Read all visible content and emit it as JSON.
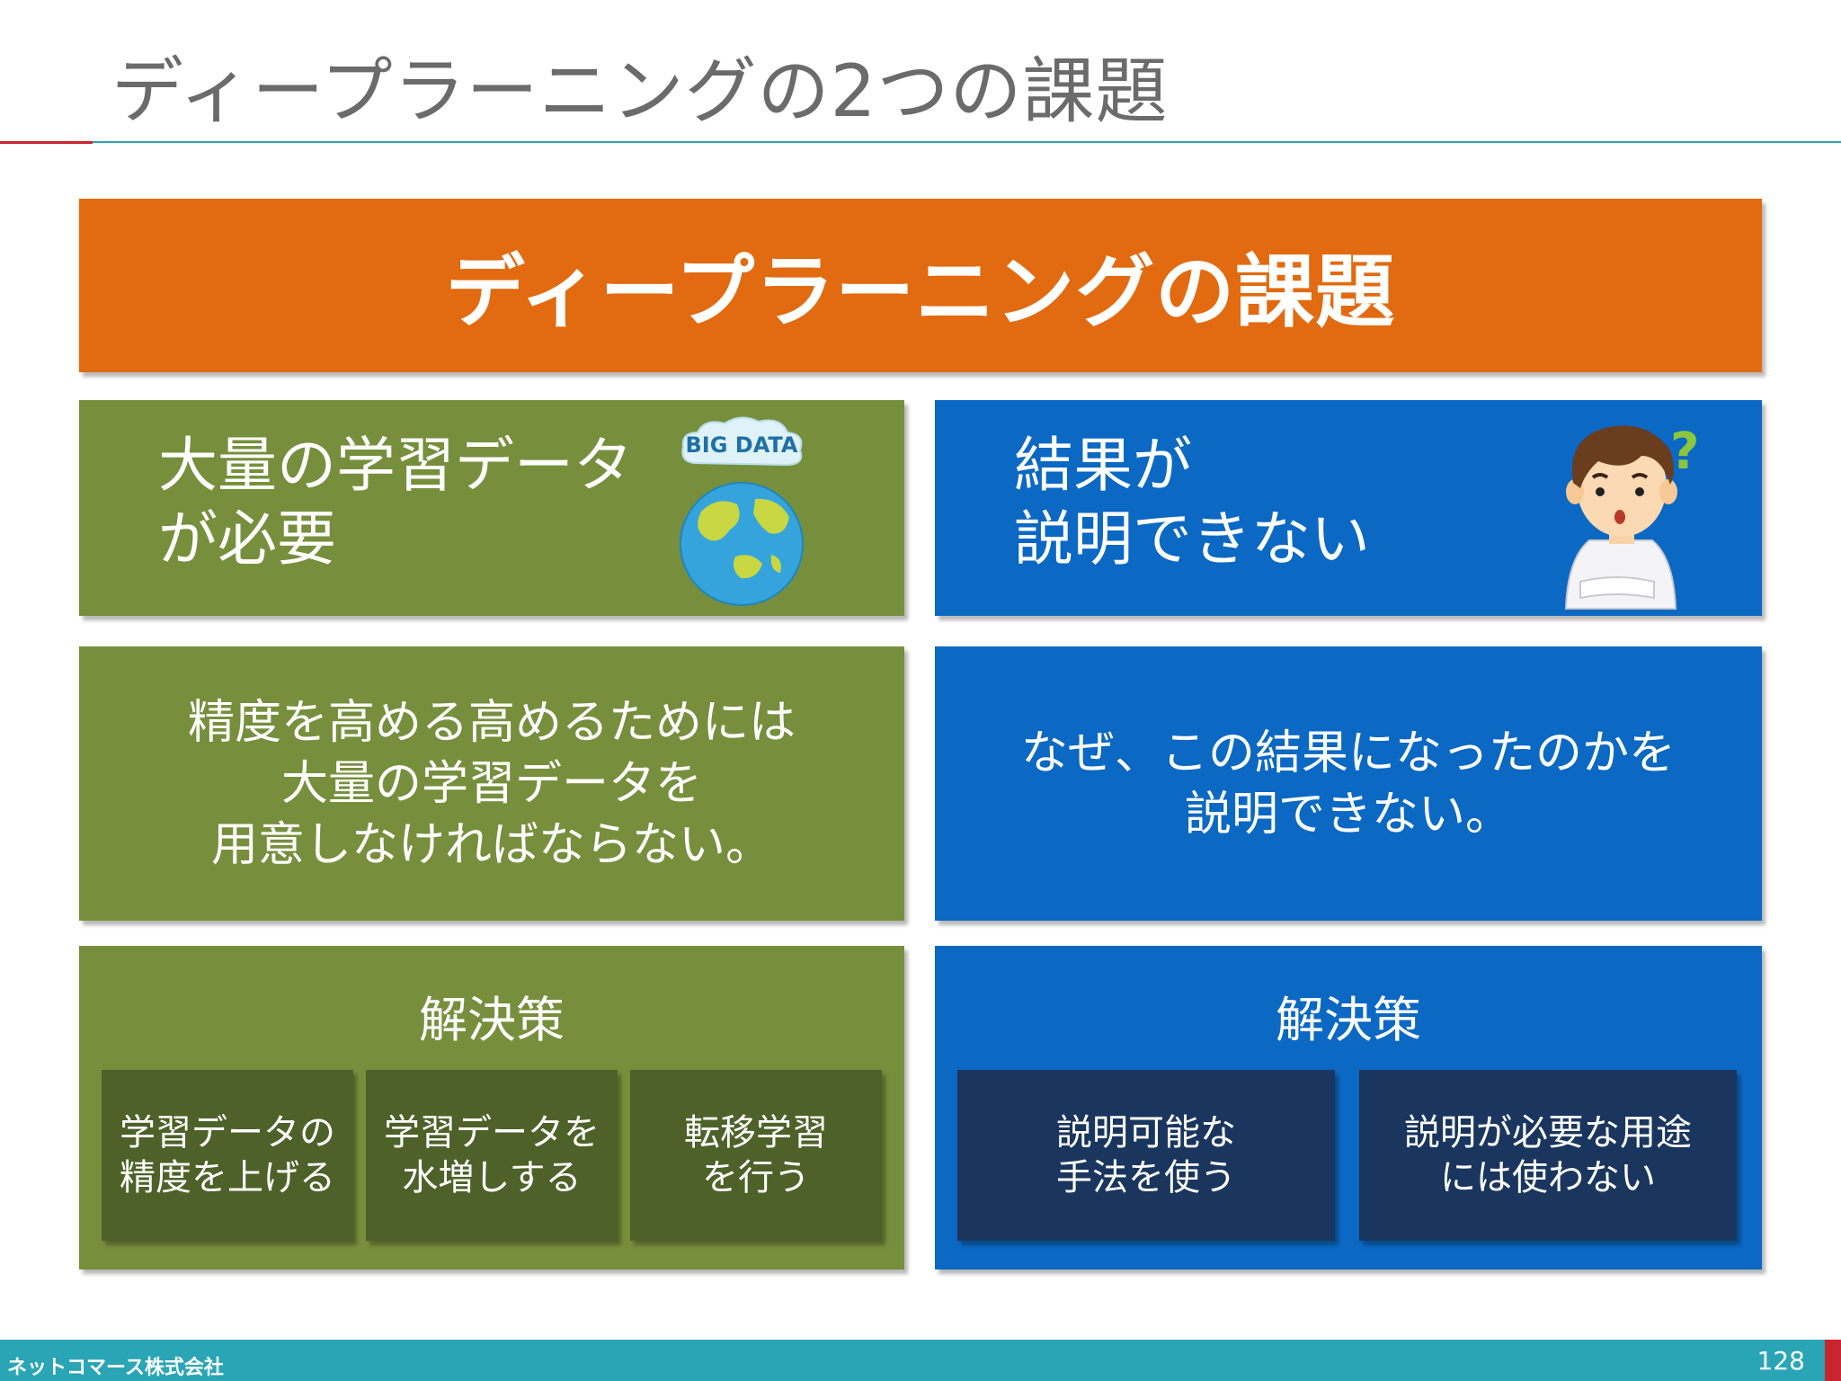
{
  "slide": {
    "title": "ディープラーニングの2つの課題",
    "banner": "ディープラーニングの課題"
  },
  "left": {
    "heading": [
      "大量の学習データ",
      "が必要"
    ],
    "image_label": "BIG DATA",
    "description": [
      "精度を高める高めるためには",
      "大量の学習データを",
      "用意しなければならない。"
    ],
    "solution_title": "解決策",
    "solutions": [
      [
        "学習データの",
        "精度を上げる"
      ],
      [
        "学習データを",
        "水増しする"
      ],
      [
        "転移学習",
        "を行う"
      ]
    ]
  },
  "right": {
    "heading": [
      "結果が",
      "説明できない"
    ],
    "description": [
      "なぜ、この結果になったのかを",
      "説明できない。"
    ],
    "solution_title": "解決策",
    "solutions": [
      [
        "説明可能な",
        "手法を使う"
      ],
      [
        "説明が必要な用途",
        "には使わない"
      ]
    ]
  },
  "footer": {
    "company": "ネットコマース株式会社",
    "page": "128"
  },
  "colors": {
    "orange": "#e26a10",
    "green": "#778f3d",
    "blue": "#0b68c3",
    "dark_green": "#4d6129",
    "navy": "#1a365e",
    "teal": "#2aa5b5",
    "red": "#c8252d"
  }
}
